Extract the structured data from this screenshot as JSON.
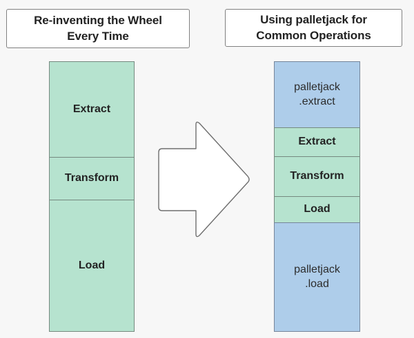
{
  "background_color": "#f7f7f7",
  "colors": {
    "green_fill": "#b6e3cf",
    "blue_fill": "#aecdea",
    "box_border": "#808080",
    "block_border": "#75897f",
    "text": "#232323",
    "arrow_fill": "#ffffff",
    "arrow_stroke": "#6e6e6e"
  },
  "left_panel": {
    "title": "Re-inventing the Wheel\nEvery Time",
    "blocks": [
      {
        "label": "Extract",
        "fill": "green"
      },
      {
        "label": "Transform",
        "fill": "green"
      },
      {
        "label": "Load",
        "fill": "green"
      }
    ]
  },
  "arrow": {
    "icon": "right-arrow-icon",
    "direction": "right"
  },
  "right_panel": {
    "title": "Using palletjack for\nCommon Operations",
    "blocks": [
      {
        "label": "palletjack\n.extract",
        "fill": "blue"
      },
      {
        "label": "Extract",
        "fill": "green"
      },
      {
        "label": "Transform",
        "fill": "green"
      },
      {
        "label": "Load",
        "fill": "green"
      },
      {
        "label": "palletjack\n.load",
        "fill": "blue"
      }
    ]
  }
}
